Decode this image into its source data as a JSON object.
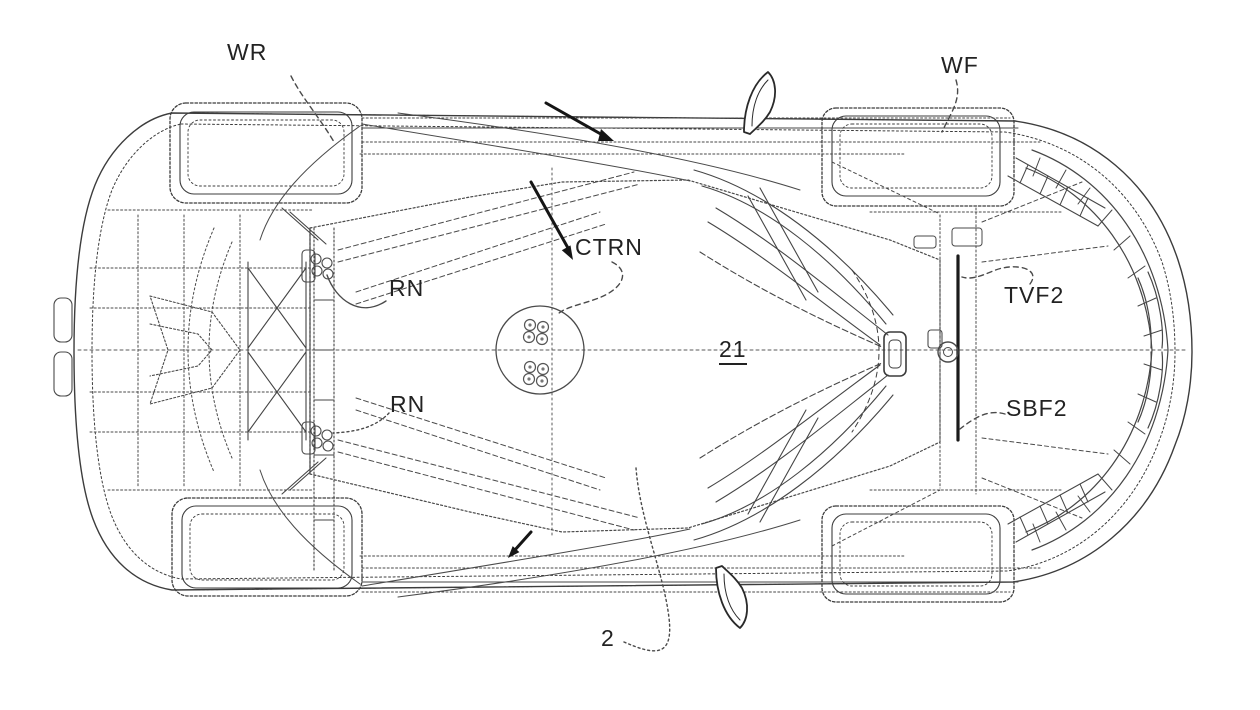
{
  "figure": {
    "type": "patent-top-view-car-chassis-drawing",
    "background_color": "#ffffff",
    "line_color": "#3c3c3c",
    "text_color": "#222222",
    "labels": {
      "wr": "WR",
      "wf": "WF",
      "ctrn": "CTRN",
      "rn_upper": "RN",
      "rn_lower": "RN",
      "tvf2": "TVF2",
      "sbf2": "SBF2",
      "ref_21": "21",
      "ref_2": "2"
    }
  }
}
